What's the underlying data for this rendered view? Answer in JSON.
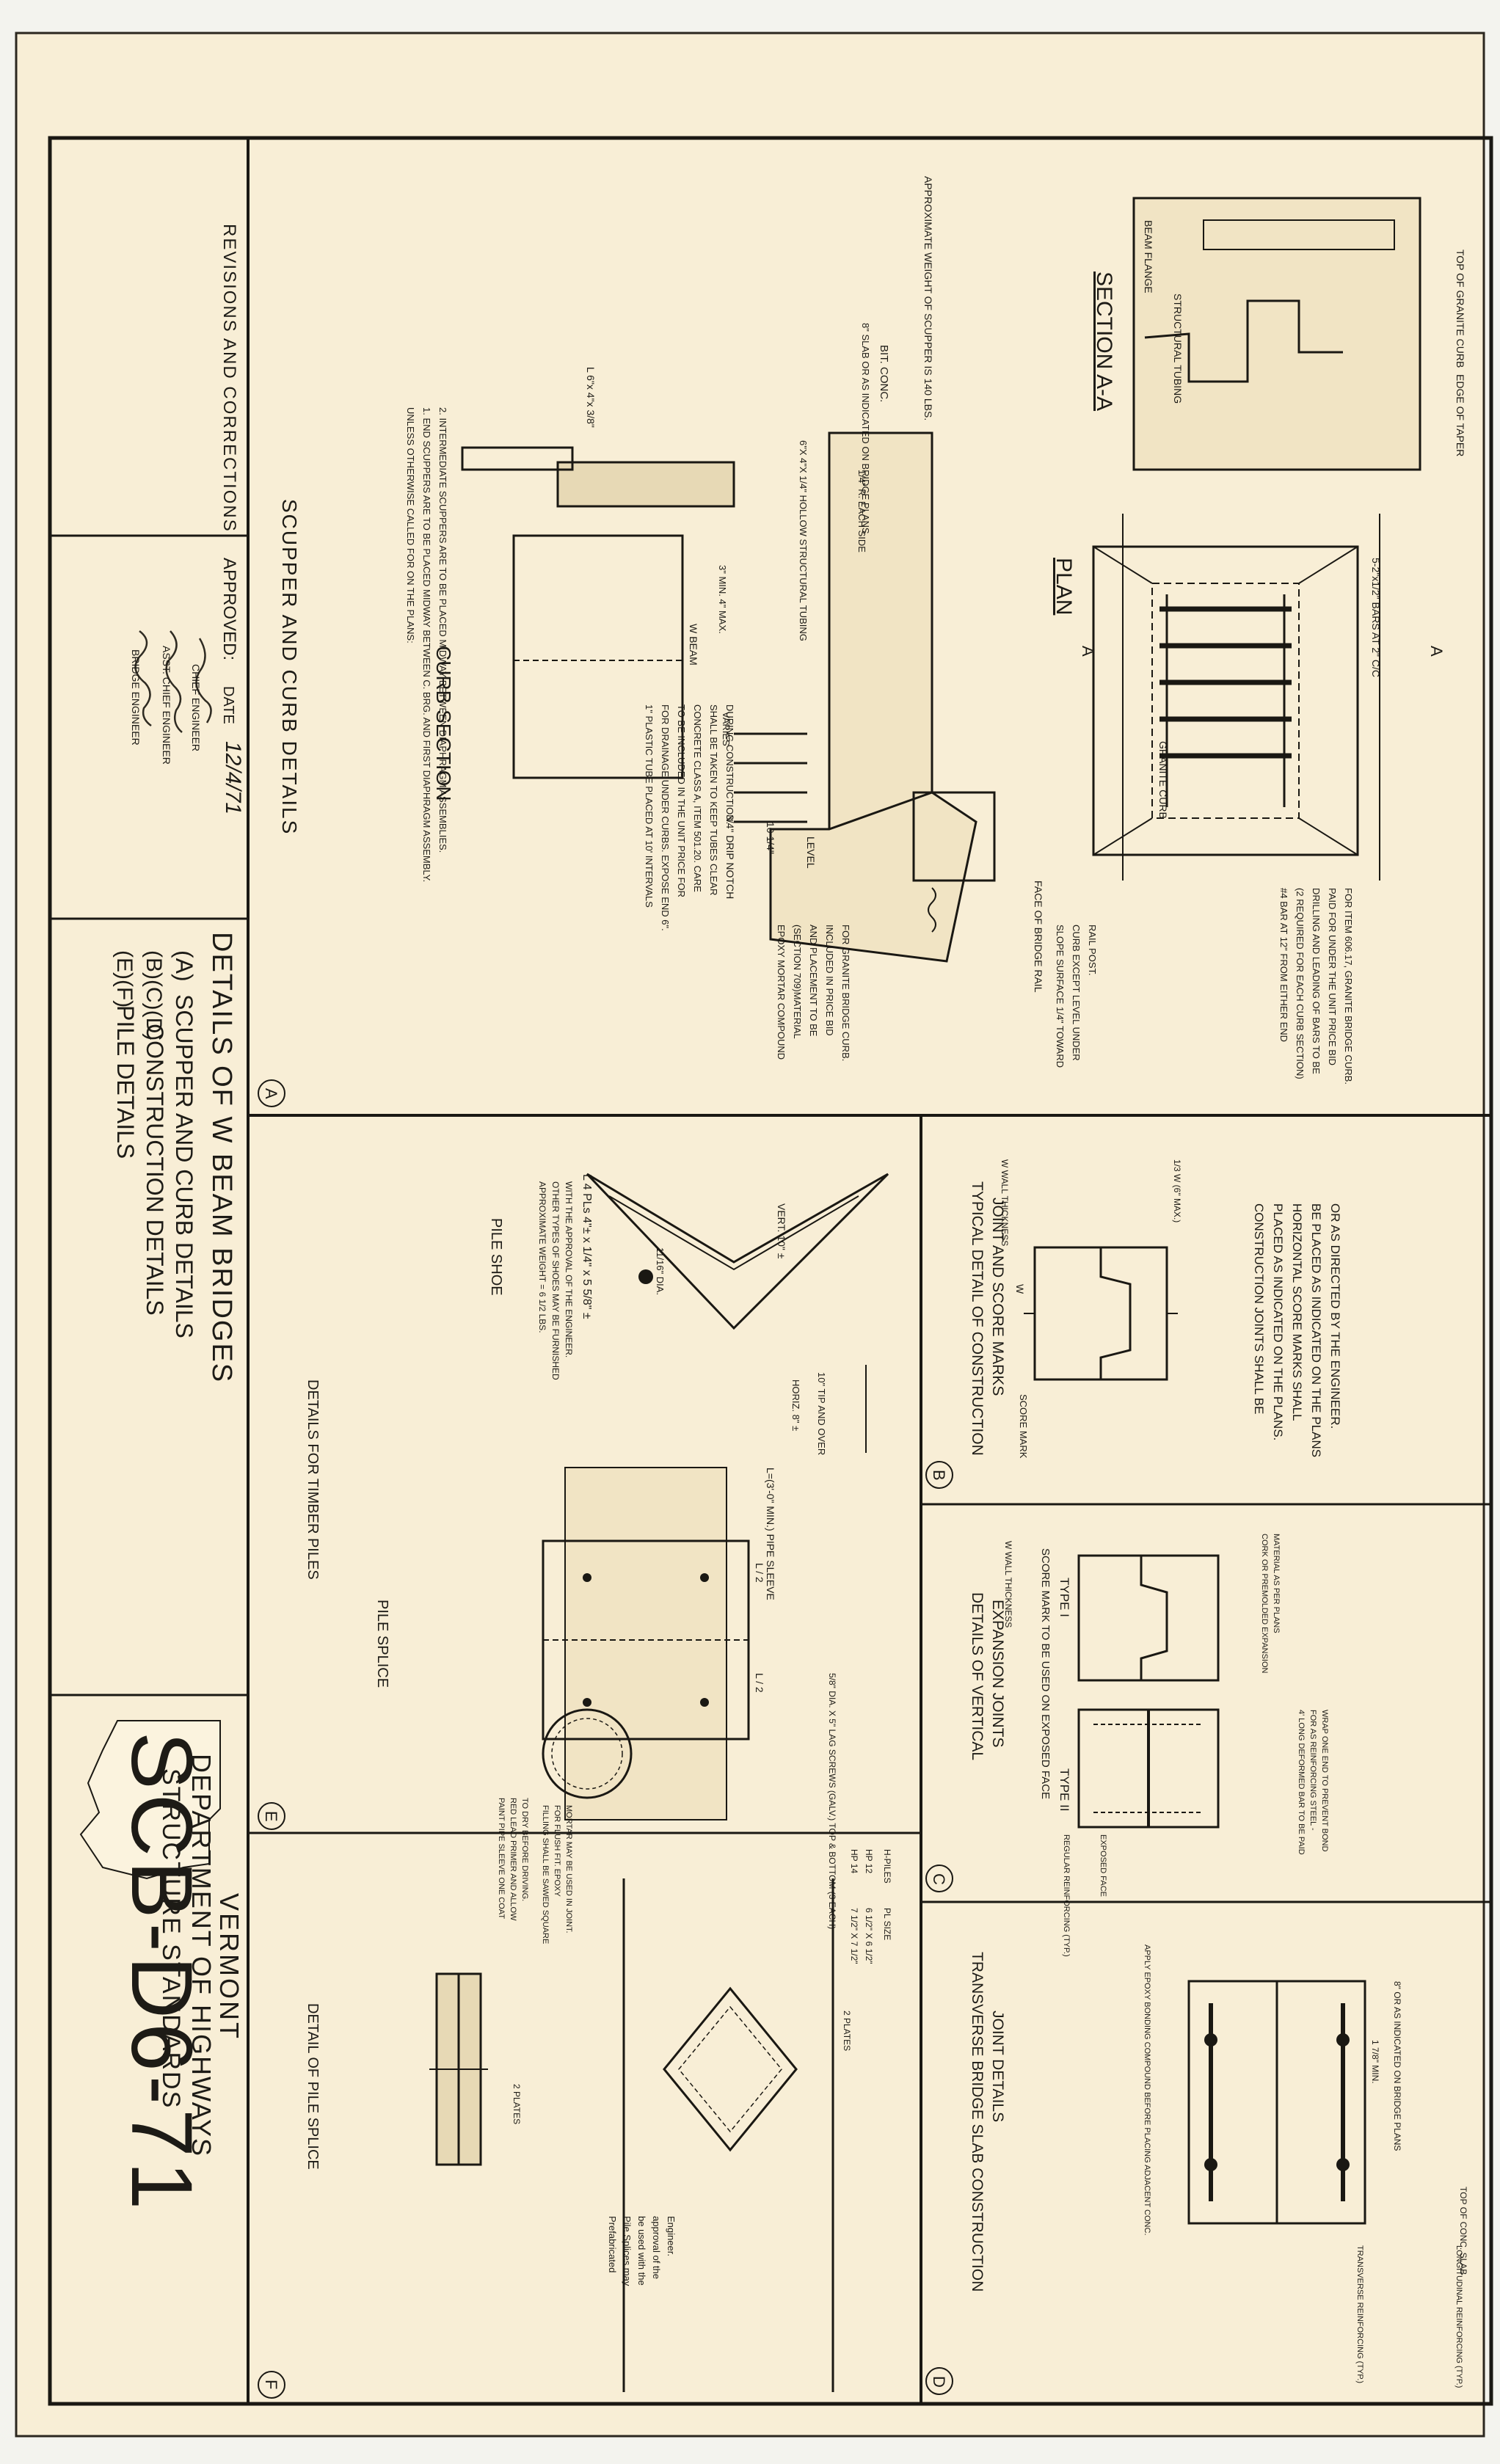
{
  "title_block": {
    "agency_line1": "VERMONT",
    "agency_line2": "DEPARTMENT OF HIGHWAYS",
    "agency_line3": "STRUCTURE STANDARDS",
    "drawing_number": "SCB-D6-71",
    "drawing_title": "DETAILS OF W BEAM BRIDGES",
    "contents": [
      {
        "mark": "(A)",
        "text": "SCUPPER AND CURB DETAILS"
      },
      {
        "mark": "(B)(C)(D)",
        "text": "CONSTRUCTION DETAILS"
      },
      {
        "mark": "(E)(F)",
        "text": "PILE DETAILS"
      }
    ],
    "approved_label": "APPROVED:",
    "date_label": "DATE",
    "date_value": "12/4/71",
    "chief_engineer": "CHIEF ENGINEER",
    "asst_chief_engineer": "ASST. CHIEF ENGINEER",
    "bridge_engineer": "BRIDGE ENGINEER",
    "revisions_label": "REVISIONS AND CORRECTIONS"
  },
  "panel_a": {
    "title": "SCUPPER AND CURB DETAILS",
    "mark": "A",
    "section_title": "SECTION A-A",
    "plan_title": "PLAN",
    "curb_section_title": "CURB SECTION",
    "labels": {
      "top_of_granite_curb": "TOP OF GRANITE CURB",
      "edge_of_taper": "EDGE OF TAPER",
      "beam_flange": "BEAM FLANGE",
      "structural_tubing": "STRUCTURAL TUBING",
      "bars": "5-2\"x1/2\" BARS AT 2\" C/C",
      "granite_curb": "GRANITE CURB",
      "section_a": "A",
      "bit_conc": "BIT. CONC.",
      "slab": "8\" SLAB OR AS INDICATED ON BRIDGE PLANS",
      "each_side": "1/4\" R. EACH SIDE",
      "tube": "6\"X 4\"X 1/4\" HOLLOW STRUCTURAL TUBING",
      "angle": "L 6\"x 4\"x 3/8\"",
      "w_beam": "W BEAM",
      "varies": "VARIES",
      "min_max": "3\" MIN. 4\" MAX.",
      "drip_notch": "3/4\" DRIP NOTCH",
      "level": "LEVEL",
      "face_of_bridge_rail": "FACE OF BRIDGE RAIL",
      "dim_10_14": "10 1/4\"",
      "weight": "APPROXIMATE WEIGHT OF SCUPPER IS 140 LBS.",
      "plastic_tube": "1\" PLASTIC TUBE PLACED AT 10' INTERVALS FOR DRAINAGE UNDER CURBS. EXPOSE END 6\". TO BE INCLUDED IN THE UNIT PRICE FOR CONCRETE CLASS A, ITEM 501.20. CARE SHALL BE TAKEN TO KEEP TUBES CLEAR DURING CONSTRUCTION.",
      "epoxy": "EPOXY MORTAR COMPOUND (SECTION 709)MATERIAL AND PLACEMENT TO BE INCLUDED IN PRICE BID FOR GRANITE BRIDGE CURB.",
      "slope": "SLOPE SURFACE 1/4\" TOWARD CURB EXCEPT LEVEL UNDER RAIL POST.",
      "bar_note": "#4 BAR AT 12\" FROM EITHER END (2 REQUIRED FOR EACH CURB SECTION) DRILLING AND LEADING OF BARS TO BE PAID FOR UNDER THE UNIT PRICE BID FOR ITEM 606.17, GRANITE BRIDGE CURB.",
      "scupper_notes": "UNLESS OTHERWISE CALLED FOR ON THE PLANS: 1. END SCUPPERS ARE TO BE PLACED MIDWAY BETWEEN C. BRG. AND FIRST DIAPHRAGM ASSEMBLY. 2. INTERMEDIATE SCUPPERS ARE TO BE PLACED MIDWAY BETWEEN DIAPHRAGM ASSEMBLIES."
    }
  },
  "panel_b": {
    "mark": "B",
    "title": "TYPICAL DETAIL OF CONSTRUCTION JOINT AND SCORE MARKS",
    "note": "CONSTRUCTION JOINTS SHALL BE PLACED AS INDICATED ON THE PLANS. HORIZONTAL SCORE MARKS SHALL BE PLACED AS INDICATED ON THE PLANS OR AS DIRECTED BY THE ENGINEER.",
    "score_mark": "SCORE MARK",
    "wall": "W",
    "wall_thickness": "W WALL THICKNESS",
    "third_w": "1/3 W (6\" MAX.)"
  },
  "panel_c": {
    "mark": "C",
    "title": "DETAILS OF VERTICAL EXPANSION JOINTS",
    "type_1": "TYPE I",
    "type_2": "TYPE II",
    "score_note": "SCORE MARK TO BE USED ON EXPOSED FACE",
    "cork": "CORK OR PREMOLDED EXPANSION MATERIAL AS PER PLANS",
    "bar_note": "4' LONG DEFORMED BAR TO BE PAID FOR AS REINFORCING STEEL - WRAP ONE END TO PREVENT BOND",
    "regular": "REGULAR REINFORCING (TYP.)",
    "exposed_face": "EXPOSED FACE",
    "wall_thickness": "W WALL THICKNESS"
  },
  "panel_d": {
    "mark": "D",
    "title": "TRANSVERSE BRIDGE SLAB CONSTRUCTION JOINT DETAILS",
    "top_slab": "TOP OF CONC. SLAB",
    "longitudinal": "LONGITUDINAL REINFORCING (TYP.)",
    "transverse": "TRANSVERSE REINFORCING (TYP.)",
    "epoxy": "APPLY EPOXY BONDING COMPOUND BEFORE PLACING ADJACENT CONC.",
    "slab": "8\" OR AS INDICATED ON BRIDGE PLANS",
    "min": "1 7/8\" MIN."
  },
  "panel_e": {
    "mark": "E",
    "title": "DETAILS FOR TIMBER PILES",
    "pile_shoe": "PILE SHOE",
    "pile_splice": "PILE SPLICE",
    "vert": "VERT. 10\" ±",
    "horiz": "HORIZ. 8\" ±",
    "tip": "10\" TIP AND OVER",
    "dia": "11/16\" DIA.",
    "plates": "L 4 PLs 4\"± x 1/4\" x 5 5/8\" ±",
    "shoe_weight": "APPROXIMATE WEIGHT = 6 1/2 LBS. OTHER TYPES OF SHOES MAY BE FURNISHED WITH THE APPROVAL OF THE ENGINEER.",
    "sleeve": "L=(3'-0\" MIN.) PIPE SLEEVE",
    "half": "L / 2",
    "lag_screws": "5/8\" DIA. X 5\" LAG SCREWS (GALV.) TOP & BOTTOM (3 EACH)",
    "pipe_note": "PAINT PIPE SLEEVE ONE COAT RED LEAD PRIMER AND ALLOW TO DRY BEFORE DRIVING.",
    "filling": "FILLING SHALL BE SAWED SQUARE FOR FLUSH FIT. EPOXY MORTAR MAY BE USED IN JOINT."
  },
  "panel_f": {
    "mark": "F",
    "title": "DETAIL OF PILE SPLICE",
    "h_piles": "H-PILES",
    "size": "PL SIZE",
    "hp12": "HP 12",
    "hp14": "HP 14",
    "size12": "6 1/2\" X 6 1/2\"",
    "size14": "7 1/2\" X 7 1/2\"",
    "two_plates": "2 PLATES",
    "prefab": "Prefabricated Pile Splices may be used with the approval of the Engineer."
  }
}
